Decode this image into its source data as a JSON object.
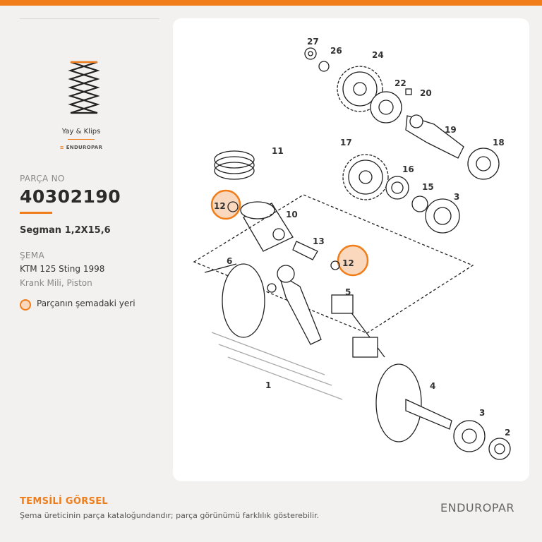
{
  "category": {
    "label": "Yay & Klips",
    "brand_mini": "ENDUROPAR",
    "icon": "spring-icon"
  },
  "part": {
    "no_label": "PARÇA NO",
    "number": "40302190",
    "name": "Segman 1,2X15,6"
  },
  "schema": {
    "label": "ŞEMA",
    "model": "KTM 125 Sting 1998",
    "group": "Krank Mili, Piston"
  },
  "legend": {
    "text": "Parçanın şemadaki yeri"
  },
  "diagram": {
    "callouts": [
      "27",
      "26",
      "24",
      "22",
      "20",
      "19",
      "18",
      "17",
      "16",
      "15",
      "3",
      "11",
      "10",
      "13",
      "6",
      "5",
      "1",
      "4",
      "3",
      "2"
    ],
    "highlighted": [
      "12",
      "12"
    ],
    "accent": "#f07d1a"
  },
  "footer": {
    "title": "TEMSİLİ GÖRSEL",
    "note": "Şema üreticinin parça kataloğundandır; parça görünümü farklılık gösterebilir.",
    "brand": "ENDUROPAR"
  }
}
